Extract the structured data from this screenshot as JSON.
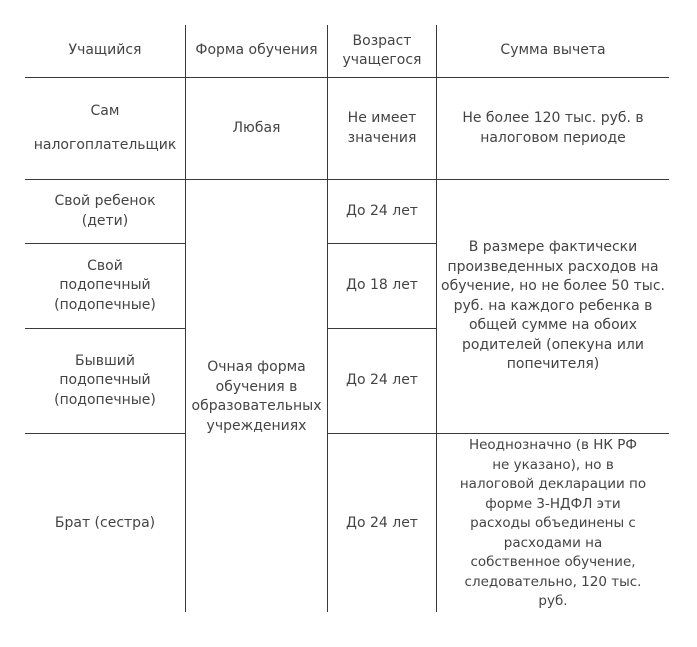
{
  "table": {
    "headers": {
      "student": "Учащийся",
      "form": "Форма обучения",
      "age": "Возраст учащегося",
      "amount": "Сумма вычета"
    },
    "rows": [
      {
        "student_line1": "Сам",
        "student_line2": "налогоплательщик",
        "form": "Любая",
        "age": "Не имеет значения",
        "amount": "Не более 120 тыс. руб. в налоговом периоде"
      },
      {
        "student": "Свой ребенок (дети)",
        "age": "До 24 лет"
      },
      {
        "student": "Свой подопечный (подопечные)",
        "age": "До 18 лет"
      },
      {
        "student": "Бывший подопечный (подопечные)",
        "age": "До 24 лет"
      },
      {
        "student": "Брат (сестра)",
        "age": "До 24 лет",
        "amount": "Неоднозначно (в НК РФ не указано), но в налоговой декларации по форме 3-НДФЛ эти расходы объединены с расходами на собственное обучение, следовательно, 120 тыс. руб."
      }
    ],
    "merged": {
      "form_full_time": "Очная форма обучения в образовательных учреждениях",
      "amount_actual": "В размере фактически произведенных расходов на обучение, но не более 50 тыс. руб. на каждого ребенка в общей сумме на обоих родителей (опекуна или попечителя)"
    }
  }
}
